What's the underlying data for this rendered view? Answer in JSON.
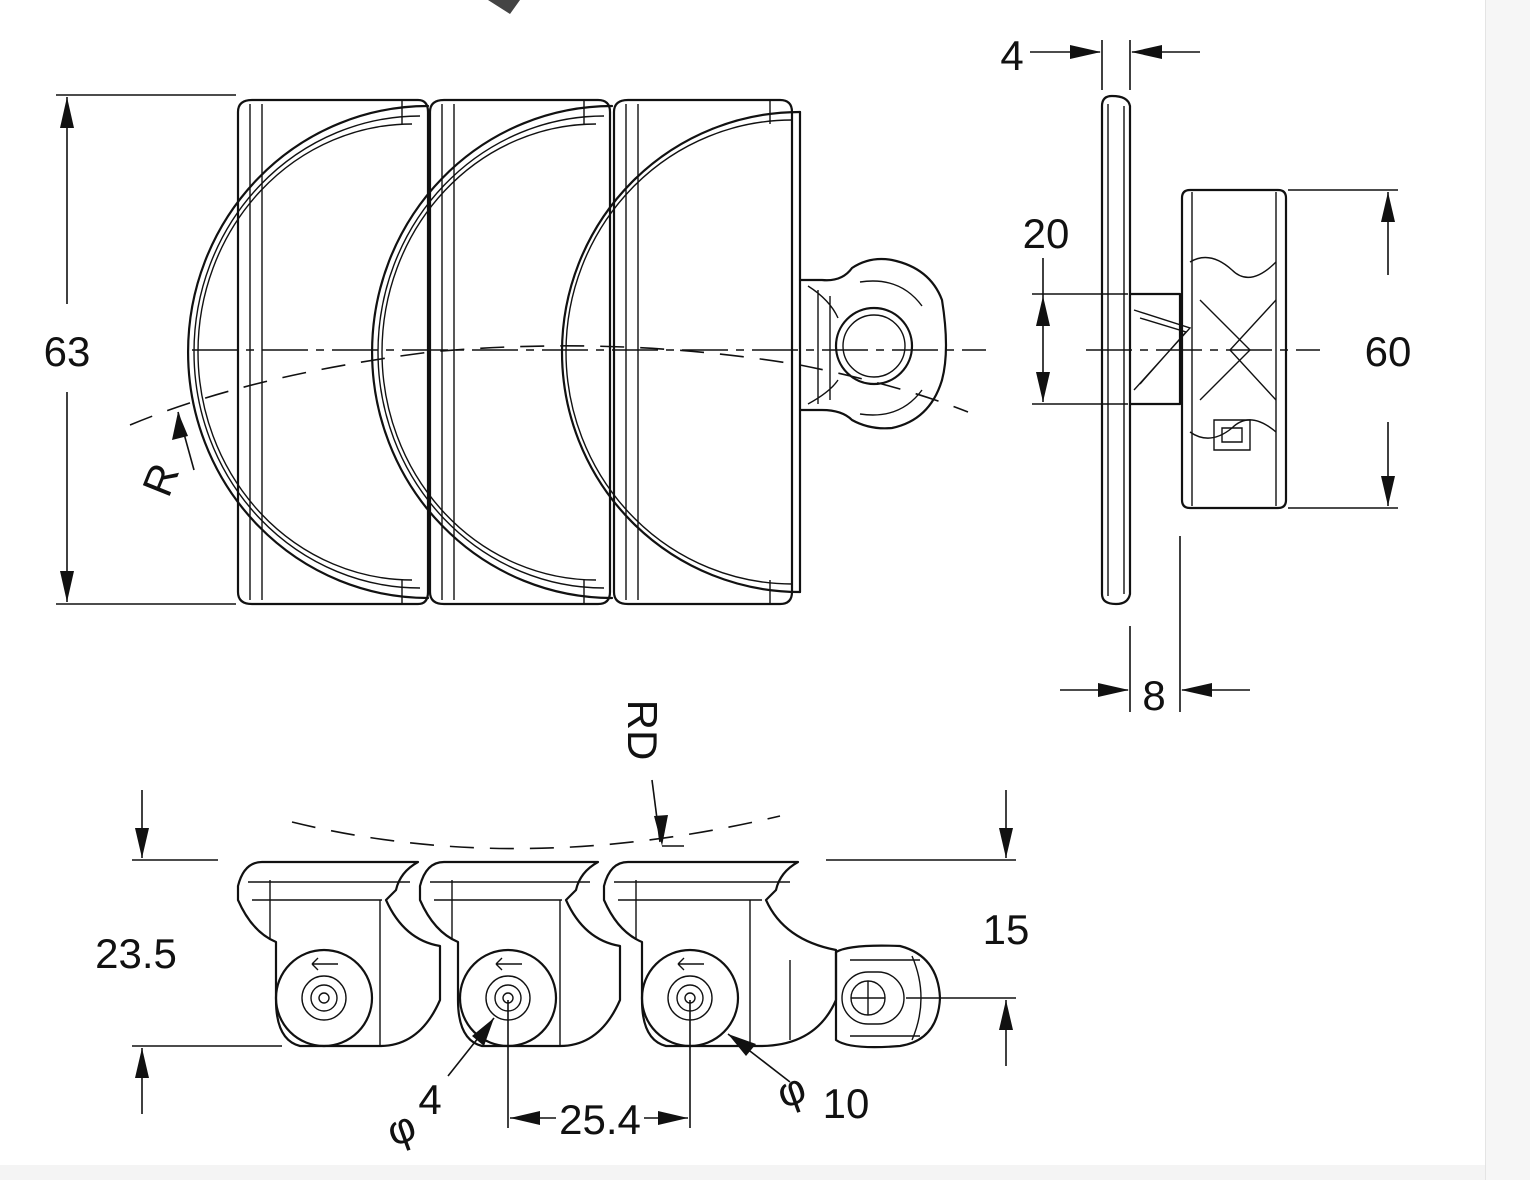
{
  "drawing": {
    "front_view": {
      "height_label": "63",
      "radius_label": "R"
    },
    "side_view": {
      "thickness_label": "4",
      "hub_label": "20",
      "width_label": "60",
      "offset_label": "8"
    },
    "chain_view": {
      "radius_label": "RD",
      "height_label": "23.5",
      "top_label": "15",
      "pitch_label": "25.4",
      "pin_phi": "φ",
      "pin_label": "4",
      "roller_phi": "φ",
      "roller_label": "10"
    }
  }
}
